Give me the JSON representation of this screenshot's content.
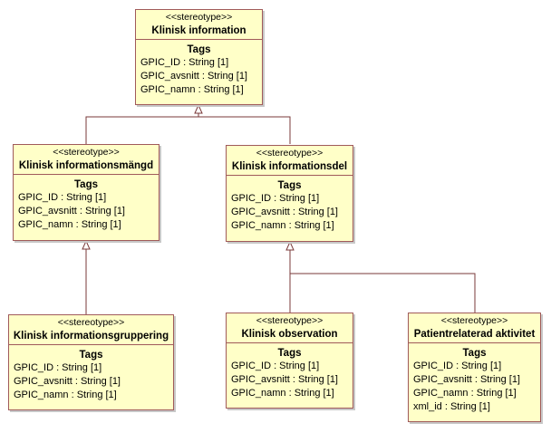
{
  "classes": [
    {
      "stereotype": "<<stereotype>>",
      "name": "Klinisk information",
      "tags_label": "Tags",
      "attributes": [
        "GPIC_ID : String [1]",
        "GPIC_avsnitt : String [1]",
        "GPIC_namn : String [1]"
      ]
    },
    {
      "stereotype": "<<stereotype>>",
      "name": "Klinisk informationsmängd",
      "tags_label": "Tags",
      "attributes": [
        "GPIC_ID : String [1]",
        "GPIC_avsnitt : String [1]",
        "GPIC_namn : String [1]"
      ]
    },
    {
      "stereotype": "<<stereotype>>",
      "name": "Klinisk informationsdel",
      "tags_label": "Tags",
      "attributes": [
        "GPIC_ID : String [1]",
        "GPIC_avsnitt : String [1]",
        "GPIC_namn : String [1]"
      ]
    },
    {
      "stereotype": "<<stereotype>>",
      "name": "Klinisk informationsgruppering",
      "tags_label": "Tags",
      "attributes": [
        "GPIC_ID : String [1]",
        "GPIC_avsnitt : String [1]",
        "GPIC_namn : String [1]"
      ]
    },
    {
      "stereotype": "<<stereotype>>",
      "name": "Klinisk observation",
      "tags_label": "Tags",
      "attributes": [
        "GPIC_ID : String [1]",
        "GPIC_avsnitt : String [1]",
        "GPIC_namn : String [1]"
      ]
    },
    {
      "stereotype": "<<stereotype>>",
      "name": "Patientrelaterad aktivitet",
      "tags_label": "Tags",
      "attributes": [
        "GPIC_ID : String [1]",
        "GPIC_avsnitt : String [1]",
        "GPIC_namn : String [1]",
        "xml_id : String [1]"
      ]
    }
  ],
  "colors": {
    "box_fill": "#ffffc8",
    "box_border": "#a05a5a",
    "connector": "#7a3a3a"
  }
}
